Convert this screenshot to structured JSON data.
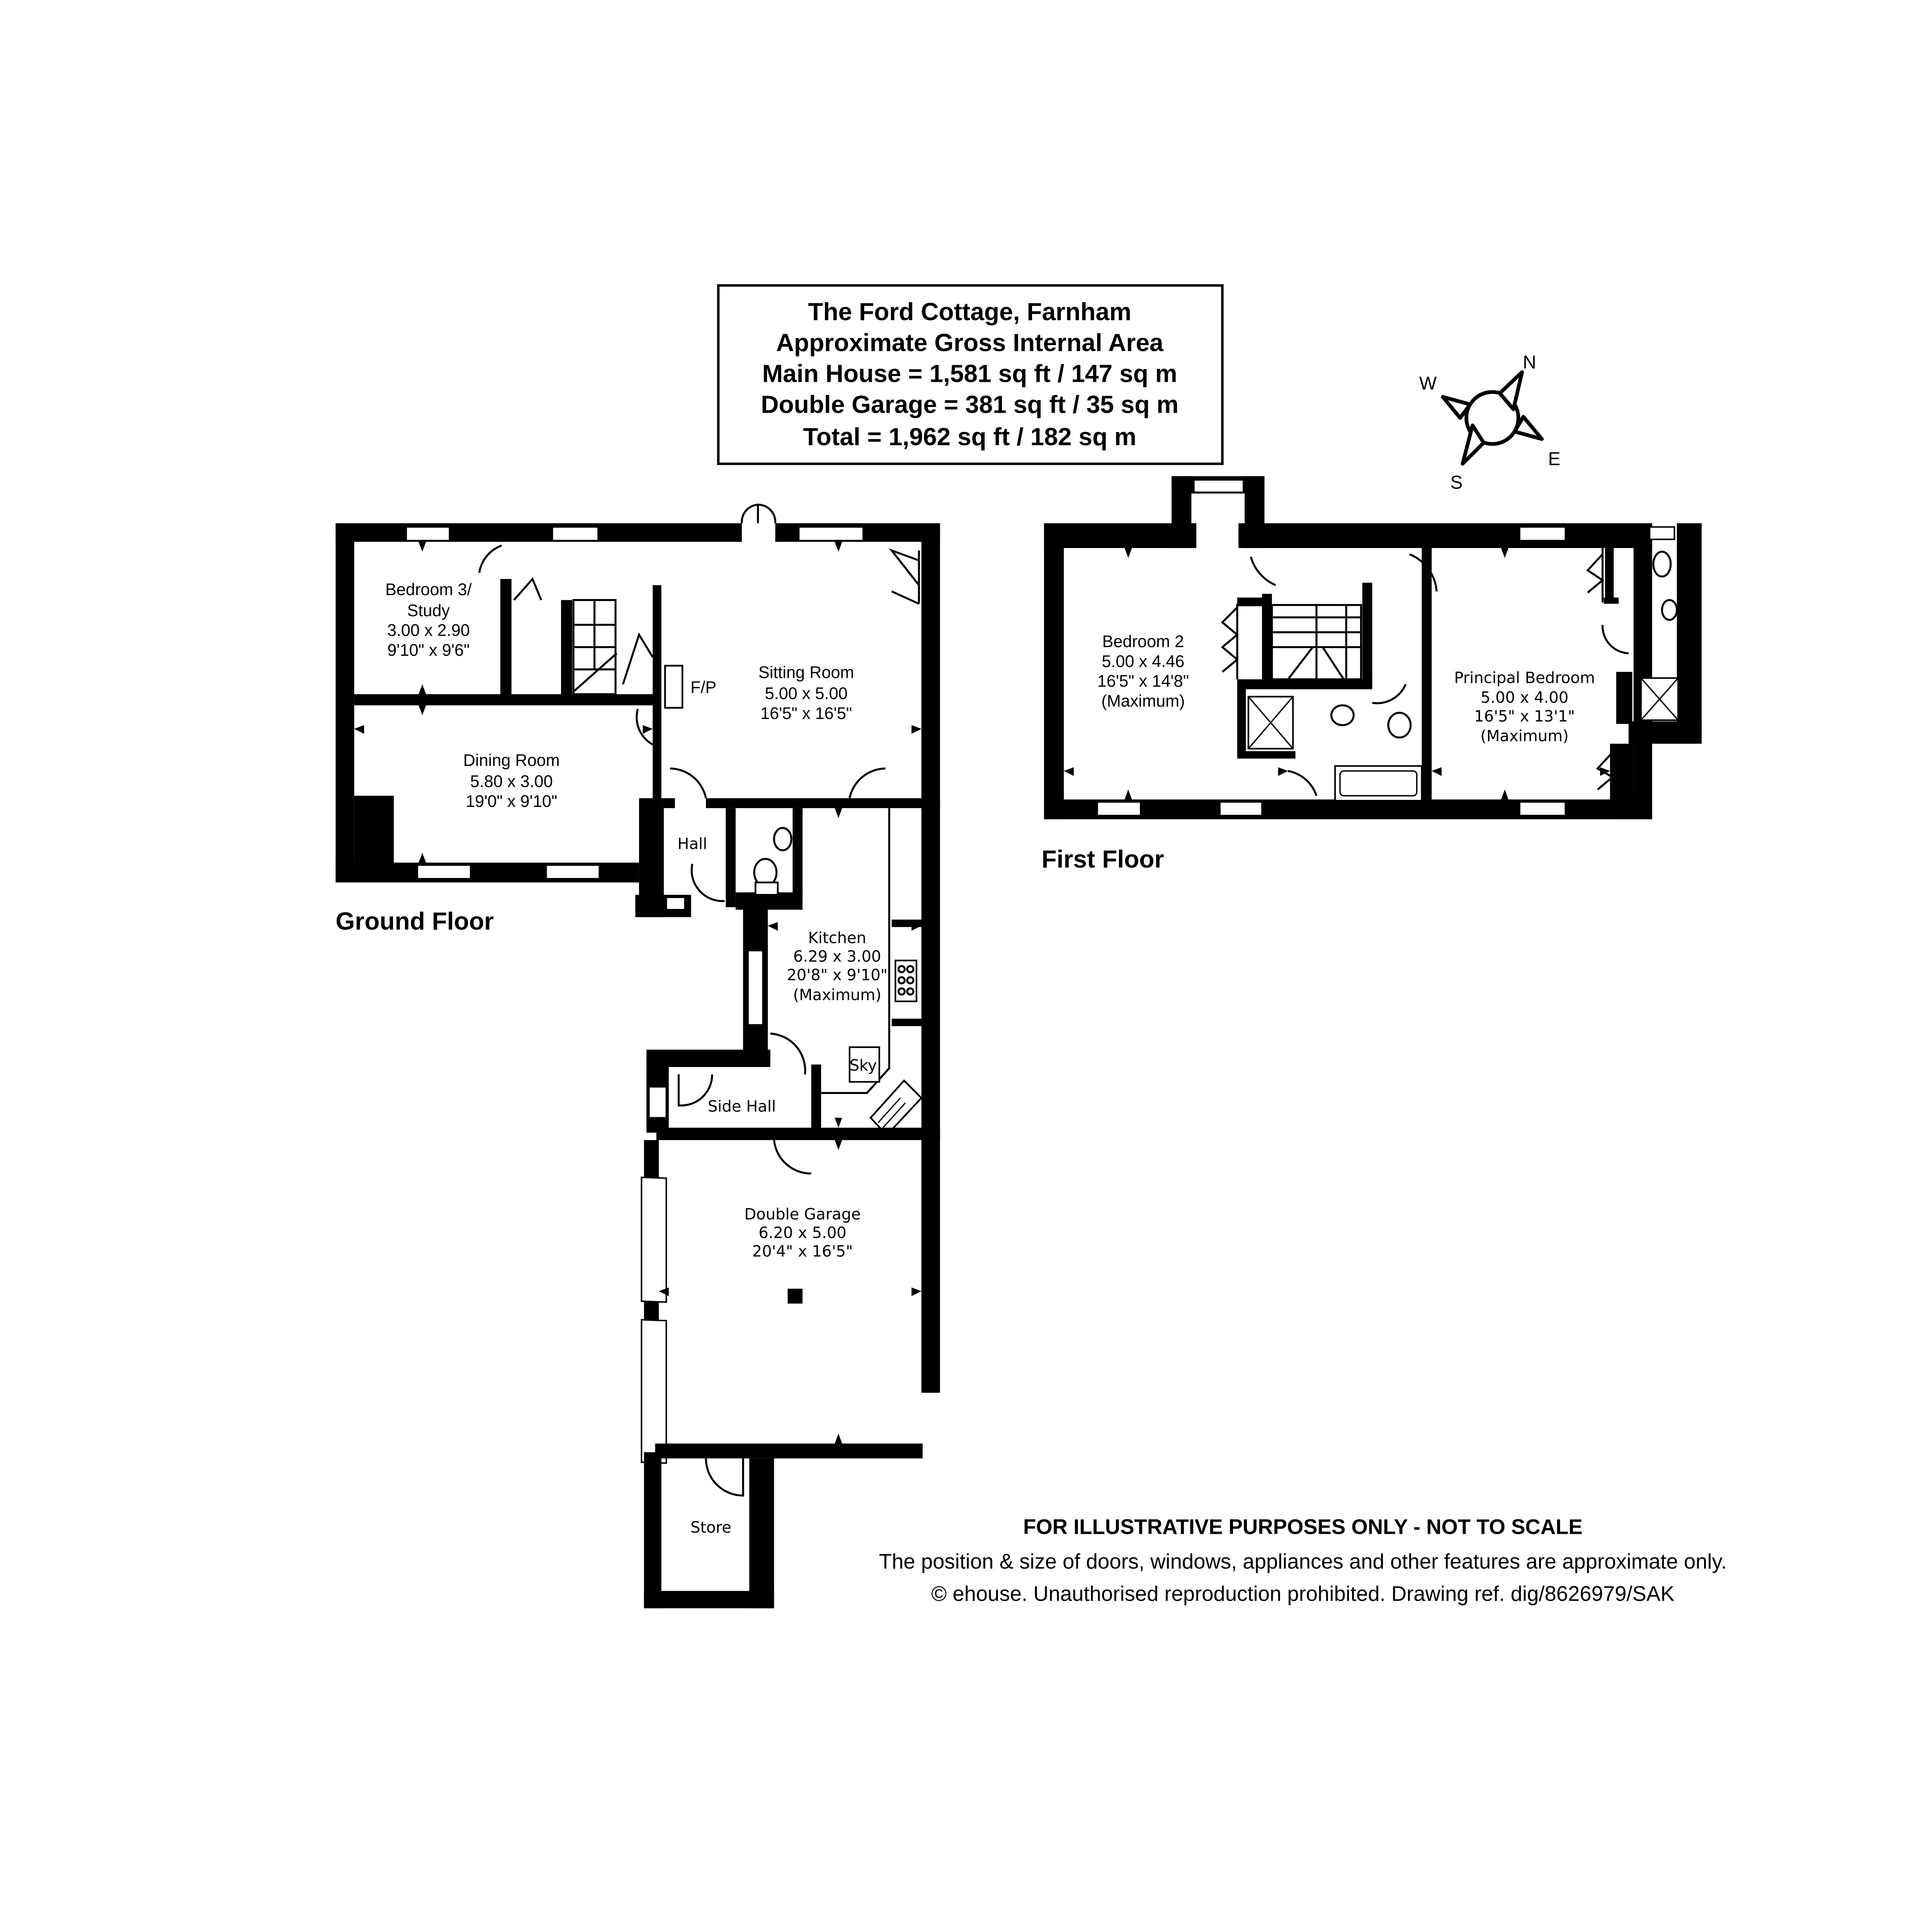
{
  "header": {
    "property_name": "The Ford Cottage, Farnham",
    "area_heading": "Approximate Gross Internal Area",
    "main_house": "Main House = 1,581 sq ft / 147 sq m",
    "double_garage": "Double Garage = 381 sq ft / 35 sq m",
    "total": "Total = 1,962 sq ft / 182 sq m"
  },
  "compass": {
    "north": "N",
    "south": "S",
    "east": "E",
    "west": "W"
  },
  "ground_floor": {
    "label": "Ground Floor",
    "rooms": [
      {
        "name": "Bedroom 3/",
        "name2": "Study",
        "metric": "3.00 x 2.90",
        "imperial": "9'10\" x 9'6\""
      },
      {
        "name": "Sitting Room",
        "metric": "5.00 x 5.00",
        "imperial": "16'5\" x 16'5\""
      },
      {
        "name": "Dining Room",
        "metric": "5.80 x 3.00",
        "imperial": "19'0\" x 9'10\""
      },
      {
        "name": "Hall"
      },
      {
        "name": "Kitchen",
        "metric": "6.29 x 3.00",
        "imperial": "20'8\" x 9'10\"",
        "note": "(Maximum)"
      },
      {
        "name": "Side Hall"
      },
      {
        "name": "Double Garage",
        "metric": "6.20 x 5.00",
        "imperial": "20'4\" x 16'5\""
      },
      {
        "name": "Store"
      }
    ],
    "fixtures": {
      "fireplace": "F/P",
      "sky_box": "Sky"
    }
  },
  "first_floor": {
    "label": "First Floor",
    "rooms": [
      {
        "name": "Bedroom 2",
        "metric": "5.00 x 4.46",
        "imperial": "16'5\" x 14'8\"",
        "note": "(Maximum)"
      },
      {
        "name": "Principal Bedroom",
        "metric": "5.00 x 4.00",
        "imperial": "16'5\" x 13'1\"",
        "note": "(Maximum)"
      }
    ]
  },
  "disclaimer": {
    "headline": "FOR ILLUSTRATIVE PURPOSES ONLY - NOT TO SCALE",
    "line1": "The position & size of doors, windows, appliances and other features are approximate only.",
    "line2": "© ehouse. Unauthorised reproduction prohibited. Drawing ref. dig/8626979/SAK"
  },
  "colors": {
    "ink": "#000000",
    "paper": "#ffffff"
  }
}
